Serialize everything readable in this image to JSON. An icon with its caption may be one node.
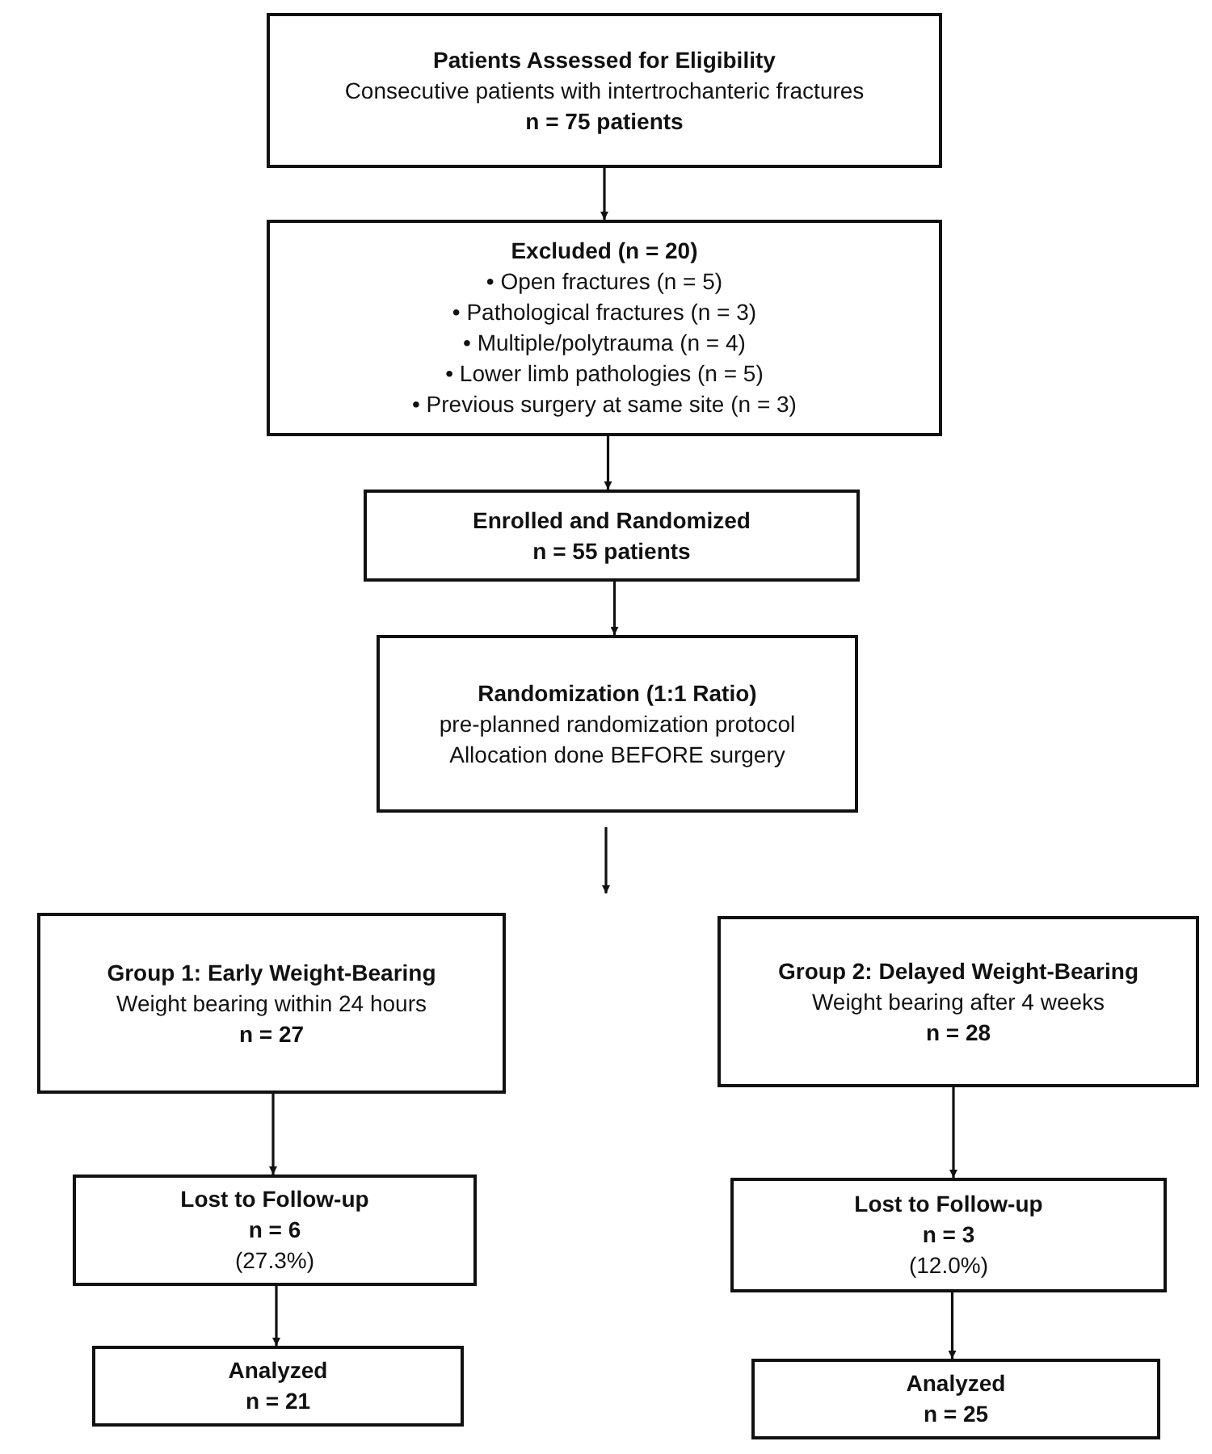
{
  "diagram": {
    "nodes": [
      {
        "text": [
          "Patients Assessed for Eligibility",
          "Consecutive patients with intertrochanteric fractures",
          "n = 75 patients"
        ]
      },
      {
        "text": [
          "Excluded (n = 20)",
          "• Open fractures (n = 5)",
          "• Pathological fractures (n = 3)",
          "• Multiple/polytrauma (n = 4)",
          "• Lower limb pathologies (n = 5)",
          "• Previous surgery at same site (n = 3)"
        ]
      },
      {
        "text": [
          "Enrolled and Randomized",
          "n = 55 patients"
        ]
      },
      {
        "text": [
          "Randomization (1:1 Ratio)",
          "pre-planned randomization protocol",
          "Allocation done BEFORE surgery"
        ]
      },
      {
        "text": [
          "Group 1: Early Weight-Bearing",
          "Weight bearing within 24 hours",
          "n = 27"
        ]
      },
      {
        "text": [
          "Group 2: Delayed Weight-Bearing",
          "Weight bearing after 4 weeks",
          "n = 28"
        ]
      },
      {
        "text": [
          "Lost to Follow-up",
          "n = 6",
          "(27.3%)"
        ]
      },
      {
        "text": [
          "Lost to Follow-up",
          "n = 3",
          "(12.0%)"
        ]
      },
      {
        "text": [
          "Analyzed",
          "n = 21"
        ]
      },
      {
        "text": [
          "Analyzed",
          "n = 25"
        ]
      }
    ],
    "edges": [
      {
        "from": 0,
        "to": 1,
        "arrow": "to"
      },
      {
        "from": 1,
        "to": 2,
        "arrow": "to"
      },
      {
        "from": 2,
        "to": 3,
        "arrow": "to"
      },
      {
        "from": 3,
        "to": null,
        "arrow": "to"
      },
      {
        "from": 4,
        "to": 6,
        "arrow": "to"
      },
      {
        "from": 6,
        "to": 8,
        "arrow": "to"
      },
      {
        "from": 5,
        "to": 7,
        "arrow": "to"
      },
      {
        "from": 7,
        "to": 9,
        "arrow": "to"
      }
    ]
  }
}
